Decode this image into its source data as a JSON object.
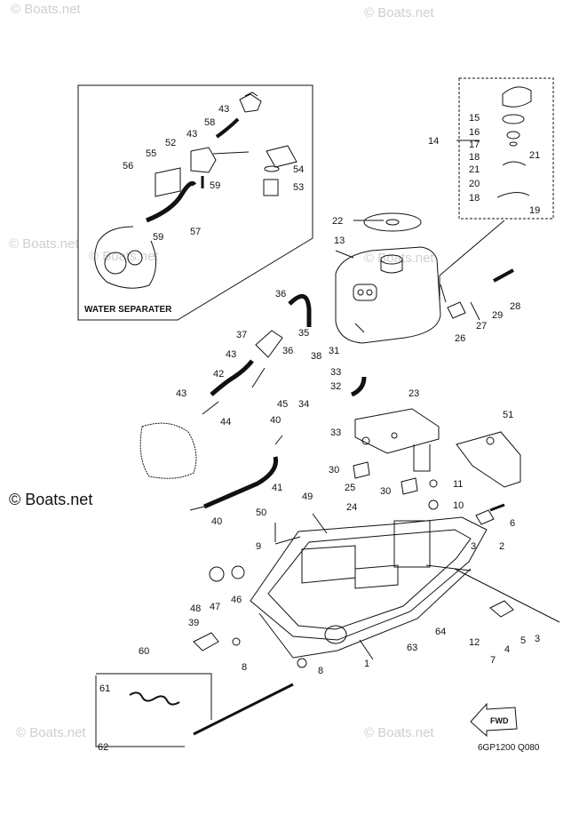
{
  "watermarks": {
    "top_left": "© Boats.net",
    "top_right": "© Boats.net",
    "mid_left": "© Boats.net",
    "mid_right": "© Boats.net",
    "side_left": "© Boats.net",
    "bottom_mid": "© Boats.net",
    "bottom_left": "© Boats.net",
    "bottom_right": "© Boats.net"
  },
  "inset_title": "WATER SEPARATER",
  "diagram_code": "6GP1200 Q080",
  "fwd_label": "FWD",
  "colors": {
    "line": "#111111",
    "watermark": "#cfcfcf"
  },
  "parts": {
    "p1": "1",
    "p2": "2",
    "p3a": "3",
    "p3b": "3",
    "p4": "4",
    "p5": "5",
    "p6": "6",
    "p7": "7",
    "p8a": "8",
    "p8b": "8",
    "p9": "9",
    "p10": "10",
    "p11": "11",
    "p12": "12",
    "p13": "13",
    "p14": "14",
    "p15": "15",
    "p16": "16",
    "p17": "17",
    "p18a": "18",
    "p18b": "18",
    "p19": "19",
    "p20": "20",
    "p21a": "21",
    "p21b": "21",
    "p22": "22",
    "p23": "23",
    "p24": "24",
    "p25": "25",
    "p26": "26",
    "p27": "27",
    "p28": "28",
    "p29": "29",
    "p30a": "30",
    "p30b": "30",
    "p31": "31",
    "p32": "32",
    "p33a": "33",
    "p33b": "33",
    "p34": "34",
    "p35": "35",
    "p36a": "36",
    "p36b": "36",
    "p37": "37",
    "p38": "38",
    "p39": "39",
    "p40a": "40",
    "p40b": "40",
    "p41": "41",
    "p42": "42",
    "p43a": "43",
    "p43b": "43",
    "p43c": "43",
    "p43d": "43",
    "p44": "44",
    "p45": "45",
    "p46": "46",
    "p47": "47",
    "p48": "48",
    "p49": "49",
    "p50": "50",
    "p51": "51",
    "p52": "52",
    "p53": "53",
    "p54": "54",
    "p55": "55",
    "p56": "56",
    "p57": "57",
    "p58": "58",
    "p59a": "59",
    "p59b": "59",
    "p60": "60",
    "p61": "61",
    "p62": "62",
    "p63": "63",
    "p64": "64"
  }
}
